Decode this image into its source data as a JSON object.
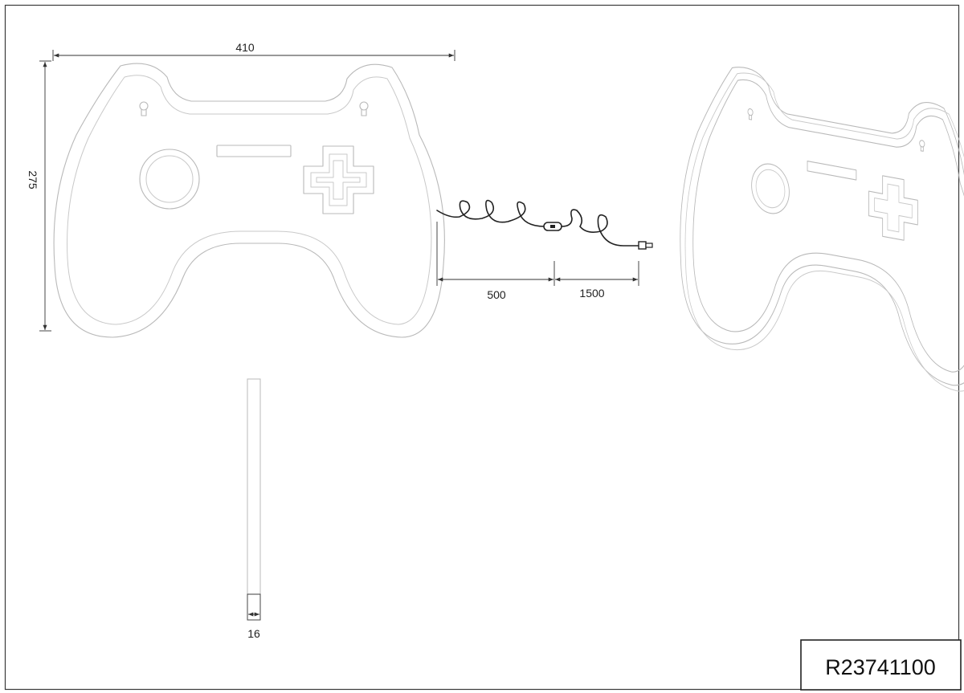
{
  "drawing": {
    "product_code": "R23741100",
    "dimensions": {
      "width": "410",
      "height": "275",
      "cable_length_a": "500",
      "cable_length_b": "1500",
      "depth": "16"
    },
    "icons": {
      "front_view": "gamepad-outline-icon",
      "perspective_view": "gamepad-perspective-icon",
      "cable": "coiled-cable-icon",
      "switch": "inline-switch-icon",
      "plug": "usb-plug-icon"
    }
  }
}
